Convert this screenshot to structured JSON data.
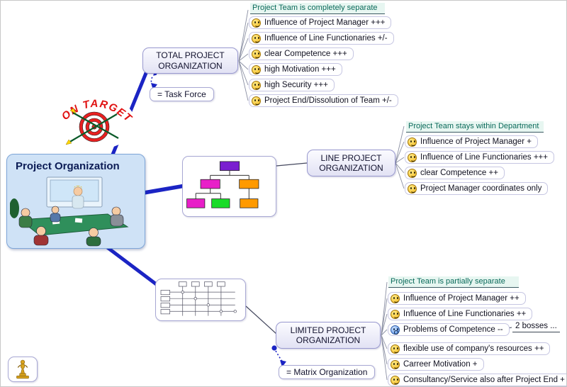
{
  "root": {
    "title": "Project Organization"
  },
  "logo": {
    "text": "ON TARGET"
  },
  "branches": [
    {
      "title": "TOTAL PROJECT ORGANIZATION",
      "alias": "= Task Force",
      "header": "Project Team is completely separate",
      "items": [
        {
          "text": "Influence of Project Manager +++",
          "icon": "smiley-icon"
        },
        {
          "text": "Influence of Line Functionaries +/-",
          "icon": "smiley-icon"
        },
        {
          "text": "clear Competence +++",
          "icon": "smiley-icon"
        },
        {
          "text": "high Motivation +++",
          "icon": "smiley-icon"
        },
        {
          "text": "high Security +++",
          "icon": "smiley-icon"
        },
        {
          "text": "Project End/Dissolution of Team +/-",
          "icon": "smiley-icon"
        }
      ]
    },
    {
      "title": "LINE PROJECT ORGANIZATION",
      "header": "Project Team stays within Department",
      "items": [
        {
          "text": "Influence of Project Manager +",
          "icon": "smiley-icon"
        },
        {
          "text": "Influence of Line Functionaries +++",
          "icon": "smiley-icon"
        },
        {
          "text": "clear Competence ++",
          "icon": "smiley-icon"
        },
        {
          "text": "Project Manager coordinates only",
          "icon": "smiley-icon"
        }
      ]
    },
    {
      "title": "LIMITED PROJECT ORGANIZATION",
      "alias": "= Matrix Organization",
      "header": "Project Team is partially separate",
      "callout": "2 bosses ...",
      "items": [
        {
          "text": "Influence of Project Manager ++",
          "icon": "smiley-icon"
        },
        {
          "text": "Influence of Line Functionaries ++",
          "icon": "smiley-icon"
        },
        {
          "text": "Problems of Competence --",
          "icon": "surprised-blue-icon"
        },
        {
          "text": "flexible use of company's resources ++",
          "icon": "smiley-icon"
        },
        {
          "text": "Carreer Motivation +",
          "icon": "smiley-icon"
        },
        {
          "text": "Consultancy/Service also after Project End +",
          "icon": "smiley-icon"
        }
      ]
    }
  ],
  "images": {
    "root_image": "meeting-clipart",
    "middle_branch_image": "org-chart-image",
    "bottom_branch_image": "matrix-diagram-image",
    "corner_image": "trophy-figure"
  },
  "colors": {
    "branch_line": "#1b24c4",
    "node_border": "#9a9ad0",
    "root_fill": "#cfe2f6",
    "header_text": "#0a6a5a",
    "smiley_yellow": "#f8c63a",
    "dartboard_red": "#e82020"
  }
}
